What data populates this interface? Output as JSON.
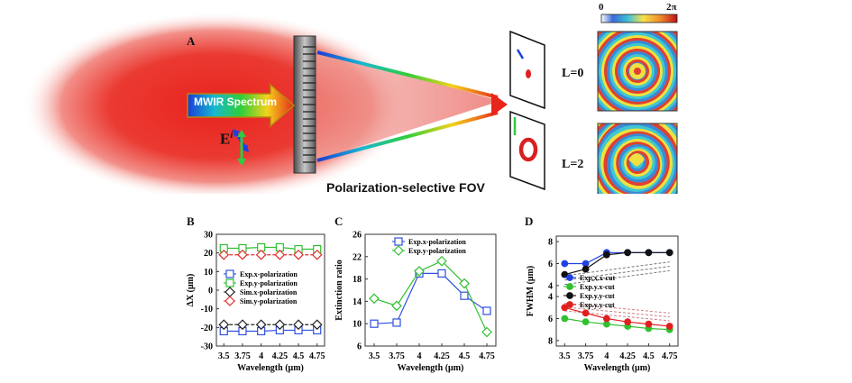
{
  "panel_a": {
    "letter": "A",
    "spectrum_label": "MWIR Spectrum",
    "e_symbol": "E",
    "e_superscript": "i",
    "fov_label": "Polarization-selective FOV",
    "colorbar_min": "0",
    "colorbar_max": "2π",
    "l0_label": "L=0",
    "l2_label": "L=2",
    "colors": {
      "beam_red": "#e0201c",
      "pol_x": "#1f3fe0",
      "pol_y": "#2ecc40"
    }
  },
  "chart_data": [
    {
      "panel": "B",
      "type": "line",
      "ylabel": "ΔX (μm)",
      "xlabel": "Wavelength (μm)",
      "x": [
        3.5,
        3.75,
        4,
        4.25,
        4.5,
        4.75
      ],
      "x_tick_labels": [
        "3.5",
        "3.75",
        "4",
        "4.25",
        "4.5",
        "4.75"
      ],
      "ylim": [
        -30,
        30
      ],
      "y_ticks": [
        -30,
        -20,
        -10,
        0,
        10,
        20,
        30
      ],
      "legend": "center",
      "series": [
        {
          "name": "Exp.x-polarization",
          "marker": "square",
          "color": "#3050e0",
          "dashed": false,
          "values": [
            -22,
            -22,
            -22,
            -21.5,
            -21.5,
            -21.5
          ]
        },
        {
          "name": "Exp.y-polarization",
          "marker": "square",
          "color": "#30c030",
          "dashed": false,
          "values": [
            22.5,
            22.5,
            23,
            23,
            22,
            22
          ]
        },
        {
          "name": "Sim.x-polarization",
          "marker": "diamond",
          "color": "#222222",
          "dashed": true,
          "values": [
            -18.5,
            -18.5,
            -18.5,
            -18.5,
            -18.5,
            -18.5
          ]
        },
        {
          "name": "Sim.y-polarization",
          "marker": "diamond",
          "color": "#e03030",
          "dashed": true,
          "values": [
            19,
            19,
            19,
            19,
            19,
            19
          ]
        }
      ]
    },
    {
      "panel": "C",
      "type": "line",
      "ylabel": "Extinction ratio",
      "xlabel": "Wavelength (μm)",
      "x": [
        3.5,
        3.75,
        4,
        4.25,
        4.5,
        4.75
      ],
      "x_tick_labels": [
        "3.5",
        "3.75",
        "4",
        "4.25",
        "4.5",
        "4.75"
      ],
      "ylim": [
        6,
        26
      ],
      "y_ticks": [
        6,
        10,
        14,
        18,
        22,
        26
      ],
      "legend": "top-right",
      "series": [
        {
          "name": "Exp.x-polarization",
          "marker": "square",
          "color": "#3050e0",
          "dashed": false,
          "values": [
            10,
            10.2,
            19,
            19,
            15,
            12.3
          ]
        },
        {
          "name": "Exp.y-polarization",
          "marker": "diamond",
          "color": "#30c030",
          "dashed": false,
          "values": [
            14.5,
            13.2,
            19.4,
            21.2,
            17.2,
            8.5
          ]
        }
      ]
    },
    {
      "panel": "D",
      "type": "line",
      "ylabel": "FWHM (μm)",
      "xlabel": "Wavelength (μm)",
      "x": [
        3.5,
        3.75,
        4,
        4.25,
        4.5,
        4.75
      ],
      "x_tick_labels": [
        "3.5",
        "3.75",
        "4",
        "4.25",
        "4.5",
        "4.75"
      ],
      "y_tick_labels": [
        "8",
        "6",
        "4",
        "8",
        "6",
        "4"
      ],
      "legend": "center",
      "series": [
        {
          "name": "Exp.x.x-cut",
          "marker": "circle",
          "color": "#2040e0",
          "dashed": false,
          "group": "upper",
          "values": [
            6,
            6,
            7,
            7,
            7,
            7
          ]
        },
        {
          "name": "Exp.y.x-cut",
          "marker": "circle",
          "color": "#30c030",
          "dashed": false,
          "group": "lower",
          "values": [
            6,
            6.3,
            6.5,
            6.7,
            6.9,
            7
          ]
        },
        {
          "name": "Exp.y.y-cut",
          "marker": "circle",
          "color": "#111111",
          "dashed": false,
          "group": "upper",
          "values": [
            5,
            5.5,
            6.8,
            7,
            7,
            7
          ]
        },
        {
          "name": "Exp.y.y-cut",
          "marker": "circle",
          "color": "#e02020",
          "dashed": false,
          "group": "lower",
          "values": [
            5,
            5.5,
            6,
            6.3,
            6.5,
            6.7
          ]
        }
      ]
    }
  ]
}
